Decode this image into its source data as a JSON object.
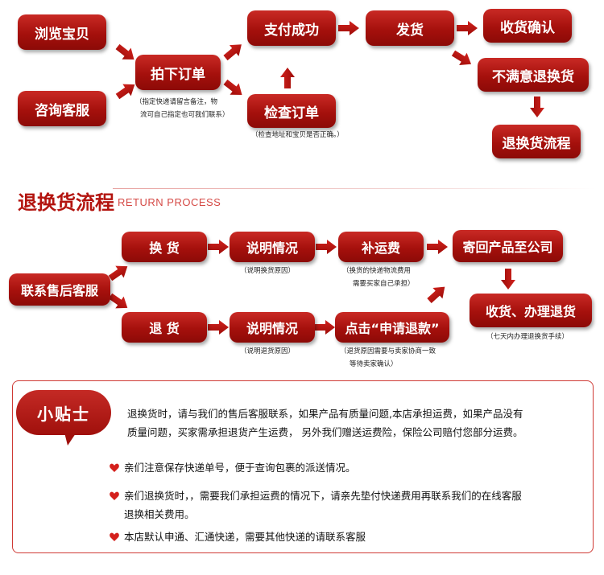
{
  "flow1": {
    "browse": "浏览宝贝",
    "consult": "咨询客服",
    "order": "拍下订单",
    "order_note_1": "（指定快递请留言备注，物",
    "order_note_2": "流可自己指定也可我们联系）",
    "check": "检查订单",
    "check_note": "（检查地址和宝贝是否正确。）",
    "paid": "支付成功",
    "ship": "发货",
    "receive": "收货确认",
    "unhappy": "不满意退换货",
    "return_flow": "退换货流程"
  },
  "section": {
    "title": "退换货流程",
    "subtitle": "RETURN PROCESS"
  },
  "flow2": {
    "contact": "联系售后客服",
    "exchange": "换 货",
    "explain_a": "说明情况",
    "explain_a_note": "（说明换货原因）",
    "freight": "补运费",
    "freight_note_1": "（换货的快递物流费用",
    "freight_note_2": "需要买家自己承担）",
    "send_back": "寄回产品至公司",
    "finish": "收货、办理退货",
    "finish_note": "（七天内办理退换货手续）",
    "refund": "退 货",
    "explain_b": "说明情况",
    "explain_b_note": "（说明退货原因）",
    "apply_refund": "点击“申请退款”",
    "apply_note_1": "（退货原因需要与卖家协商一致",
    "apply_note_2": "等待卖家确认）"
  },
  "tips": {
    "badge": "小贴士",
    "p1_line1": "退换货时，请与我们的售后客服联系，如果产品有质量问题,本店承担运费，如果产品没有",
    "p1_line2": "质量问题，买家需承担退货产生运费， 另外我们赠送运费险，保险公司赔付您部分运费。",
    "p2": "亲们注意保存快递单号，便于查询包裹的派送情况。",
    "p3_line1": "亲们退换货时，，需要我们承担运费的情况下，请亲先垫付快递费用再联系我们的在线客服",
    "p3_line2": "退换相关费用。",
    "p4": "本店默认申通、汇通快递，需要其他快递的请联系客服"
  },
  "colors": {
    "accent": "#b3140f",
    "arrow": "#b5100c",
    "heart": "#d4201c"
  }
}
